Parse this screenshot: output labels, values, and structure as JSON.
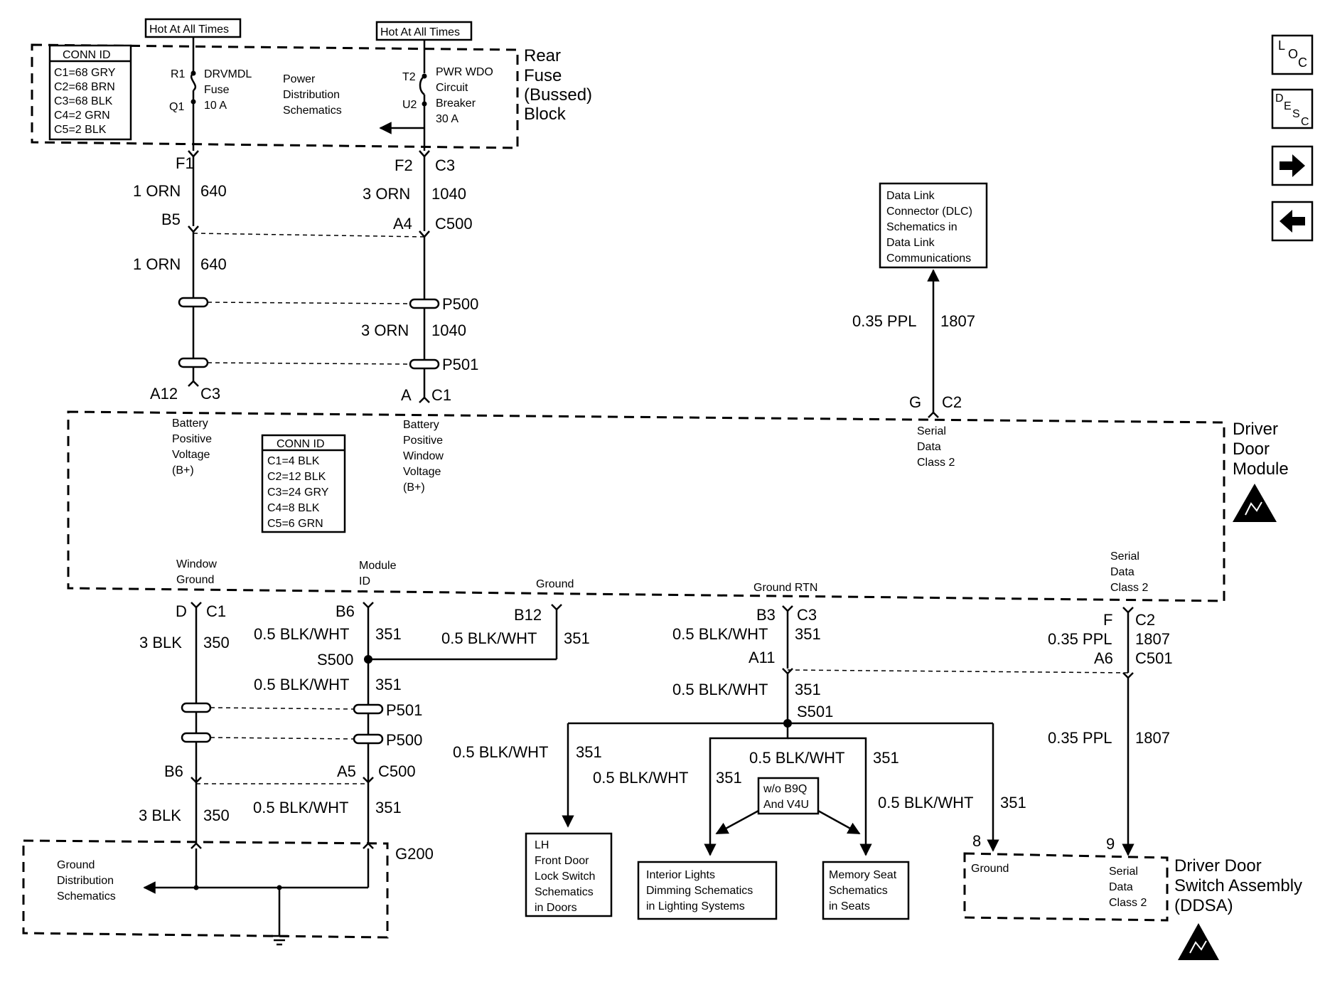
{
  "nav": {
    "loc": [
      "L",
      "O",
      "C"
    ],
    "desc": [
      "D",
      "E",
      "S",
      "C"
    ]
  },
  "top": {
    "hot1": "Hot At All Times",
    "hot2": "Hot At All Times",
    "conn_id_title": "CONN ID",
    "conn_ids": [
      "C1=68 GRY",
      "C2=68 BRN",
      "C3=68 BLK",
      "C4=2 GRN",
      "C5=2 BLK"
    ],
    "r1": "R1",
    "q1": "Q1",
    "fuse": [
      "DRVMDL",
      "Fuse",
      "10 A"
    ],
    "power_dist": [
      "Power",
      "Distribution",
      "Schematics"
    ],
    "t2": "T2",
    "u2": "U2",
    "breaker": [
      "PWR WDO",
      "Circuit",
      "Breaker",
      "30 A"
    ],
    "block": [
      "Rear",
      "Fuse",
      "(Bussed)",
      "Block"
    ]
  },
  "upper_wires": {
    "f1": "F1",
    "f2": "F2",
    "c3": "C3",
    "w1a": "1 ORN",
    "c640a": "640",
    "w2a": "3 ORN",
    "c1040a": "1040",
    "b5": "B5",
    "a4": "A4",
    "c500": "C500",
    "w1b": "1 ORN",
    "c640b": "640",
    "p500": "P500",
    "w2b": "3 ORN",
    "c1040b": "1040",
    "p501": "P501",
    "a12": "A12",
    "c3b": "C3",
    "a": "A",
    "c1": "C1"
  },
  "dlc": {
    "box": [
      "Data Link",
      "Connector (DLC)",
      "Schematics in",
      "Data Link",
      "Communications"
    ],
    "wire": "0.35 PPL",
    "circuit": "1807",
    "g": "G",
    "c2": "C2"
  },
  "module": {
    "bpv": [
      "Battery",
      "Positive",
      "Voltage",
      "(B+)"
    ],
    "bpwv": [
      "Battery",
      "Positive",
      "Window",
      "Voltage",
      "(B+)"
    ],
    "conn_id_title": "CONN ID",
    "conn_ids": [
      "C1=4 BLK",
      "C2=12 BLK",
      "C3=24 GRY",
      "C4=8 BLK",
      "C5=6 GRN"
    ],
    "serial_top": [
      "Serial",
      "Data",
      "Class 2"
    ],
    "name": [
      "Driver",
      "Door",
      "Module"
    ],
    "window_ground": [
      "Window",
      "Ground"
    ],
    "module_id": [
      "Module",
      "ID"
    ],
    "ground": "Ground",
    "ground_rtn": "Ground RTN",
    "serial_bottom": [
      "Serial",
      "Data",
      "Class 2"
    ]
  },
  "lower": {
    "d": "D",
    "c1": "C1",
    "b6": "B6",
    "b12": "B12",
    "b3": "B3",
    "c3": "C3",
    "f": "F",
    "c2": "C2",
    "w3blk_a": "3 BLK",
    "c350_a": "350",
    "w_bw1": "0.5 BLK/WHT",
    "c351_1": "351",
    "w_bw2": "0.5 BLK/WHT",
    "c351_2": "351",
    "w_bw3": "0.5 BLK/WHT",
    "c351_3": "351",
    "w_ppl1": "0.35 PPL",
    "c1807_1": "1807",
    "s500": "S500",
    "a11": "A11",
    "a6": "A6",
    "c501": "C501",
    "w_bw4": "0.5 BLK/WHT",
    "c351_4": "351",
    "w_bw5": "0.5 BLK/WHT",
    "c351_5": "351",
    "s501": "S501",
    "p501": "P501",
    "p500": "P500",
    "w_bw6": "0.5 BLK/WHT",
    "c351_6": "351",
    "w_bw7": "0.5 BLK/WHT",
    "c351_7": "351",
    "w_bw8": "0.5 BLK/WHT",
    "c351_8": "351",
    "w_bw9": "0.5 BLK/WHT",
    "c351_9": "351",
    "w_ppl2": "0.35 PPL",
    "c1807_2": "1807",
    "b6b": "B6",
    "a5": "A5",
    "c500": "C500",
    "w3blk_b": "3 BLK",
    "c350_b": "350",
    "w_bw10": "0.5 BLK/WHT",
    "c351_10": "351",
    "g200": "G200",
    "ground_dist": [
      "Ground",
      "Distribution",
      "Schematics"
    ],
    "option": [
      "w/o B9Q",
      "And V4U"
    ],
    "lh_door": [
      "LH",
      "Front Door",
      "Lock Switch",
      "Schematics",
      "in Doors"
    ],
    "interior": [
      "Interior Lights",
      "Dimming Schematics",
      "in Lighting Systems"
    ],
    "memory": [
      "Memory Seat",
      "Schematics",
      "in Seats"
    ],
    "pin8": "8",
    "pin9": "9",
    "ddsa_ground": "Ground",
    "ddsa_serial": [
      "Serial",
      "Data",
      "Class 2"
    ],
    "ddsa_name": [
      "Driver Door",
      "Switch Assembly",
      "(DDSA)"
    ]
  }
}
